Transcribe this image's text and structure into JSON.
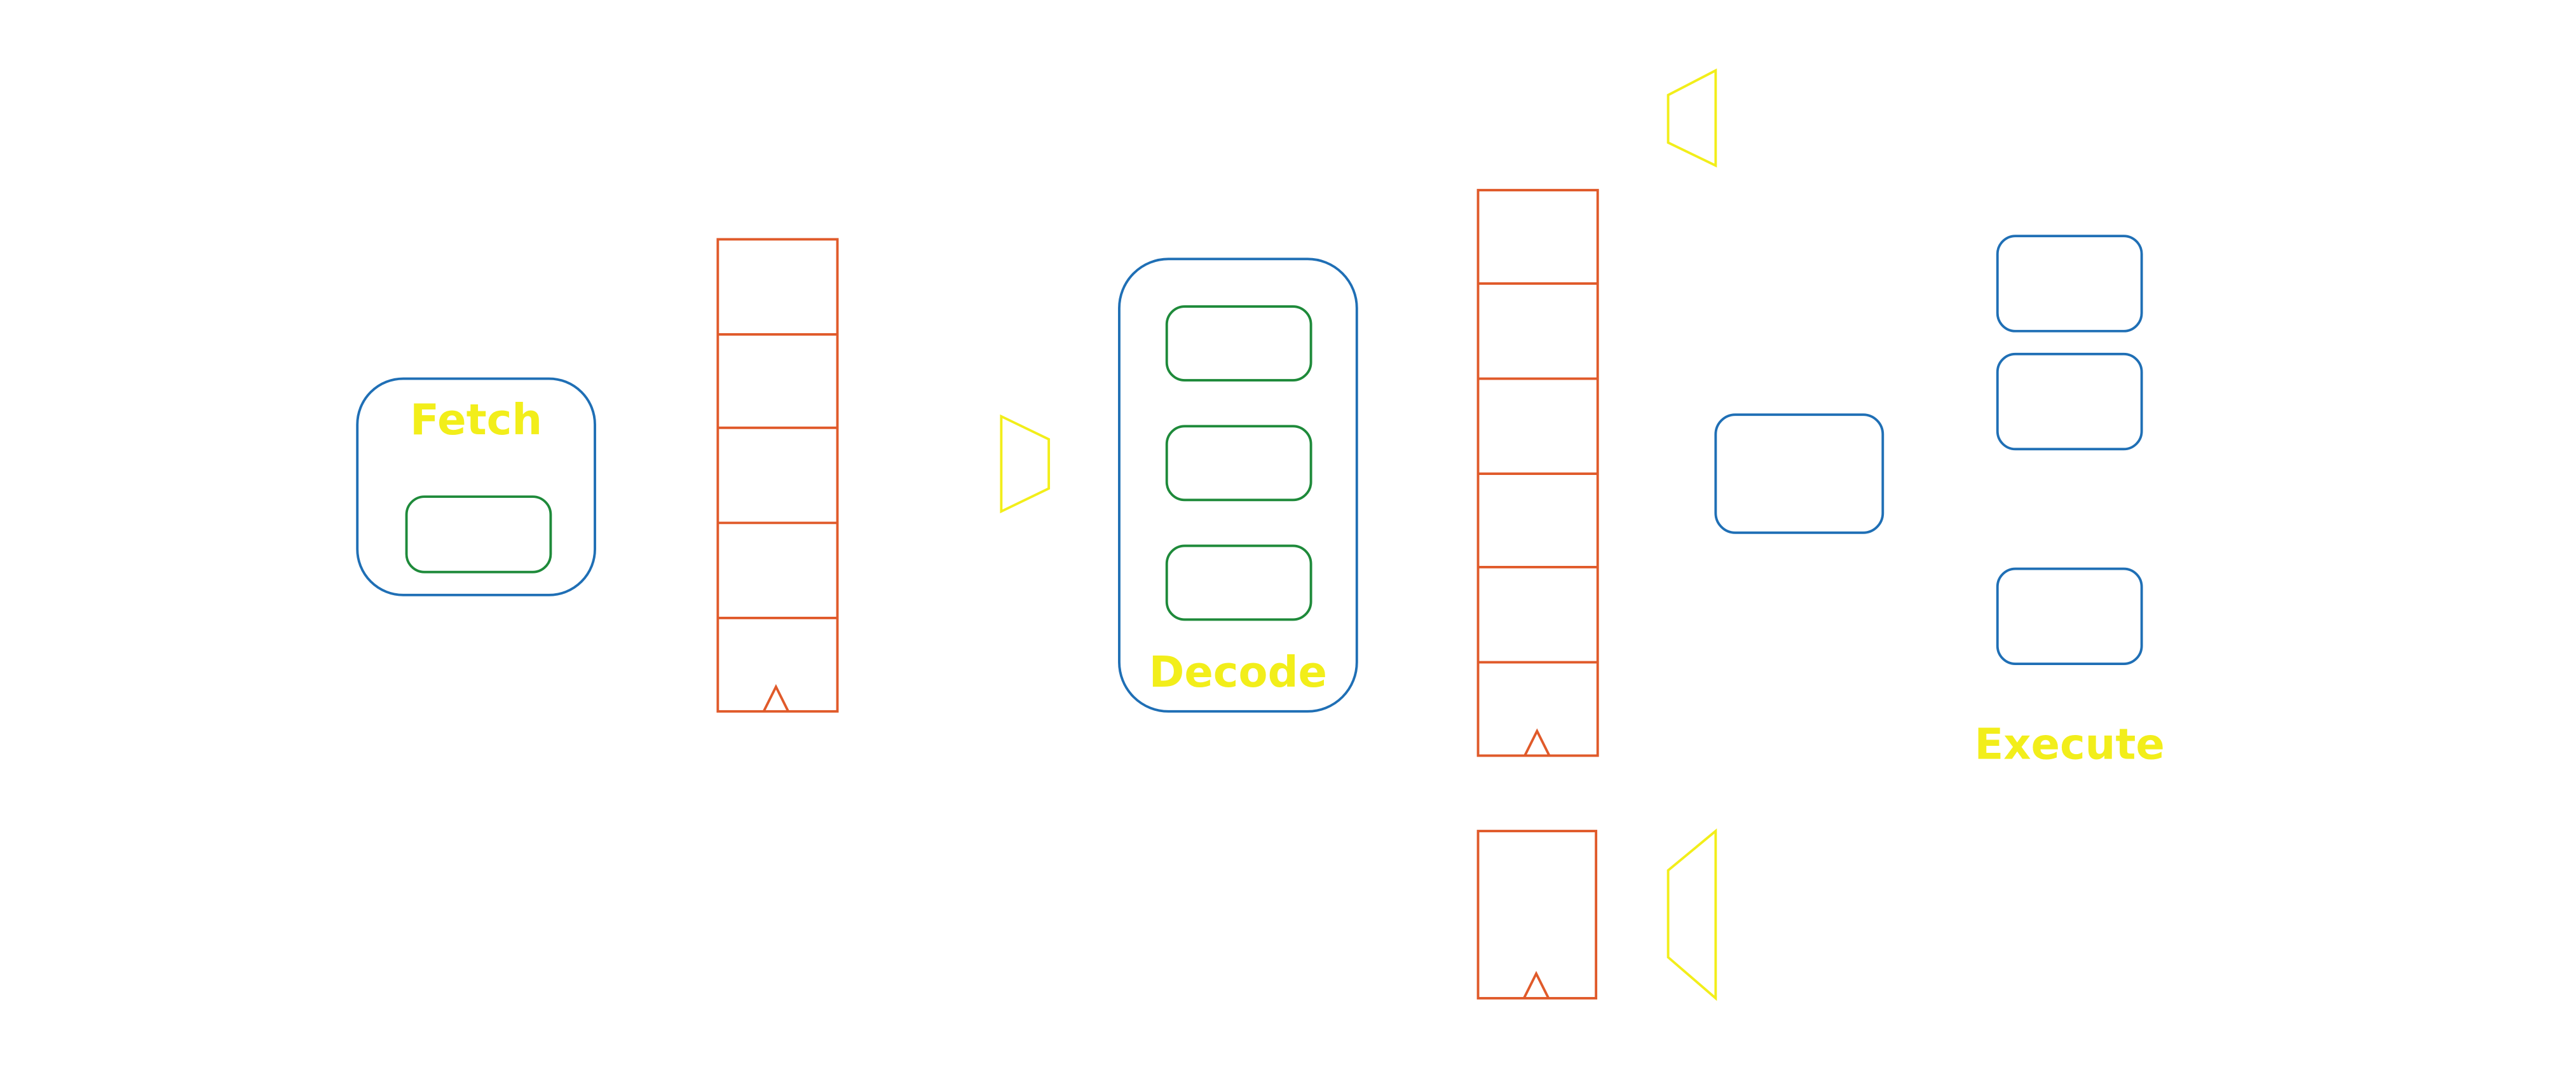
{
  "colors": {
    "background": "#ffffff",
    "stage_border": "#1f6fb5",
    "unit_border": "#1e8a3a",
    "register_border": "#e05a2a",
    "mux_border": "#f2ee1a",
    "label": "#f2ee1a"
  },
  "labels": {
    "fetch": "Fetch",
    "decode": "Decode",
    "execute": "Execute"
  },
  "icons": {
    "register_clock": "triangle-clock-icon",
    "mux": "trapezoid-mux-icon"
  }
}
